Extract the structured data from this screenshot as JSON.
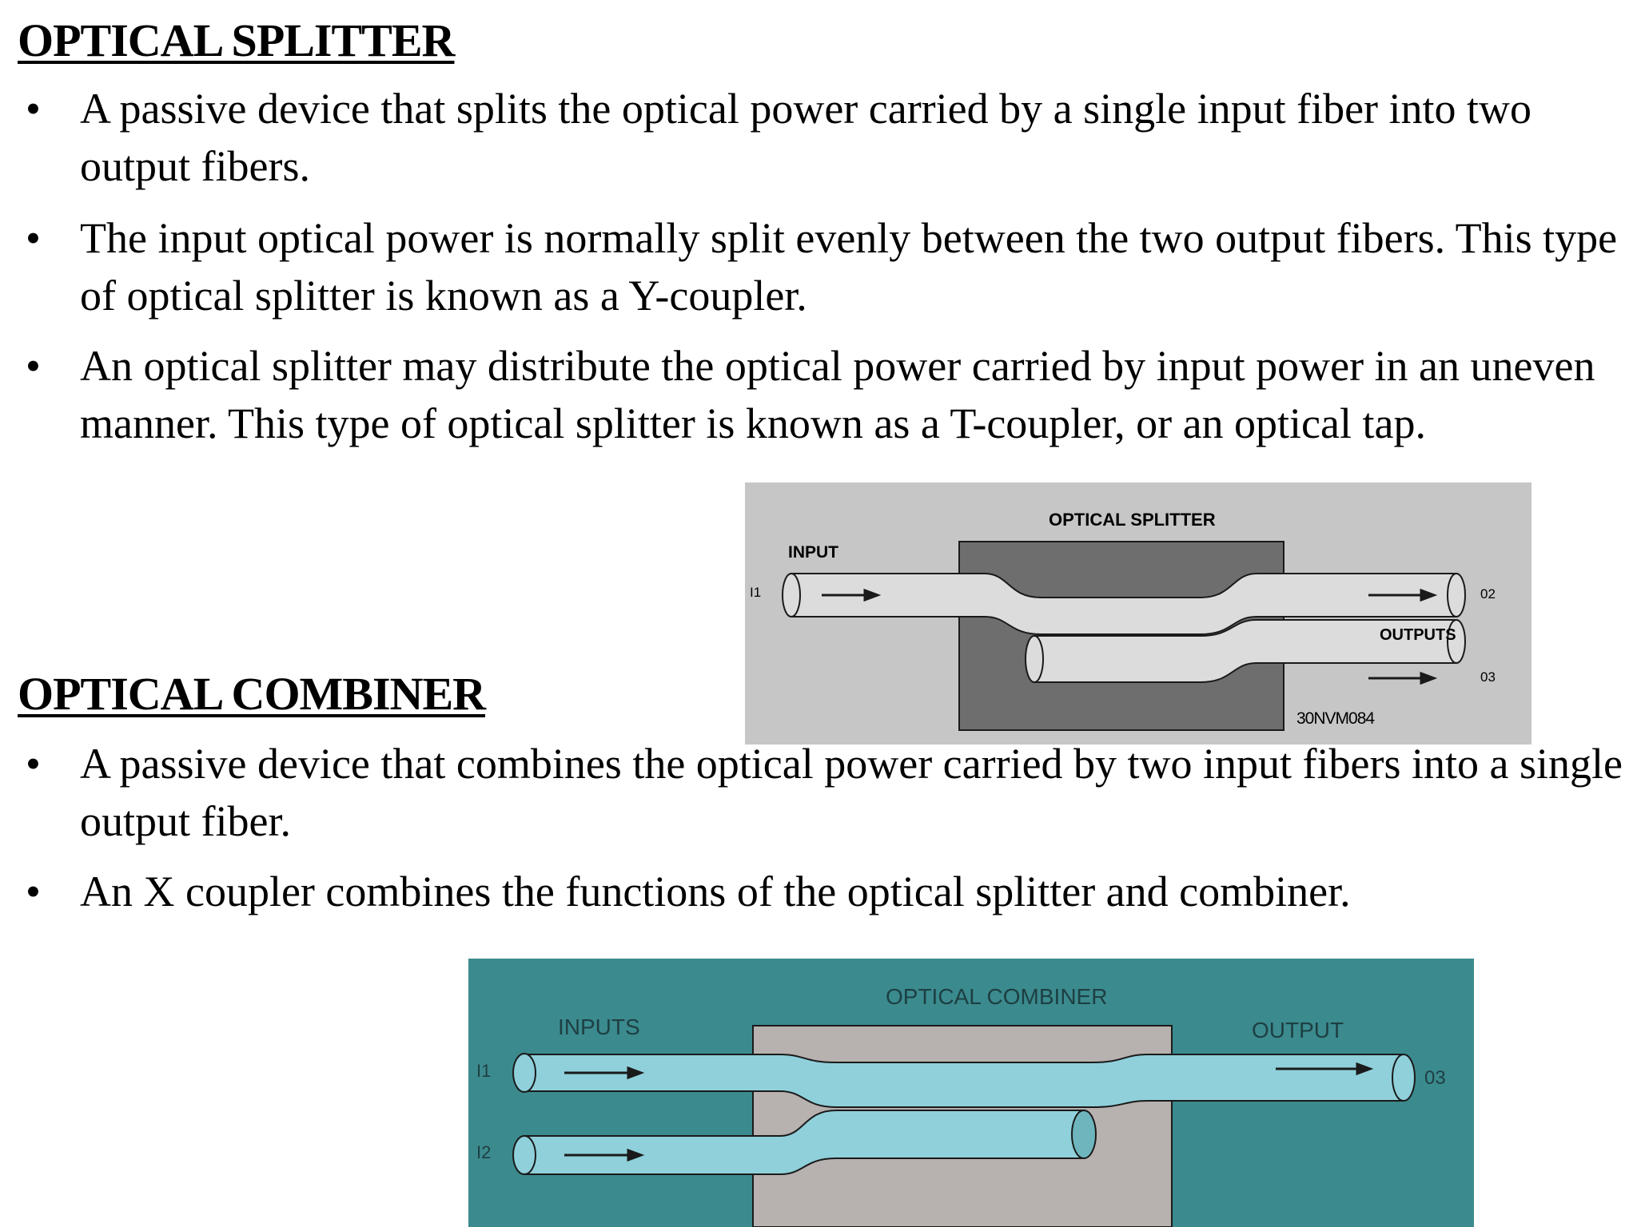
{
  "splitter": {
    "heading": "OPTICAL SPLITTER",
    "bullets": [
      "A passive device that splits the optical power carried by a single input fiber into two output fibers.",
      "The input optical power is normally split evenly between the two output fibers. This type of optical splitter is known as a Y-coupler.",
      "An optical splitter may distribute the optical power carried by input power in an uneven manner. This type of optical splitter is known as a T-coupler, or an optical tap."
    ],
    "diagram": {
      "title": "OPTICAL SPLITTER",
      "input_label": "INPUT",
      "input_port": "I1",
      "outputs_label": "OUTPUTS",
      "output_port_top": "02",
      "output_port_bottom": "03",
      "figure_code": "30NVM084",
      "colors": {
        "background": "#c6c6c6",
        "box": "#6e6e6e",
        "fiber": "#dcdcdc",
        "line": "#1a1a1a"
      }
    }
  },
  "combiner": {
    "heading": "OPTICAL COMBINER",
    "bullets": [
      "A passive device that combines the optical power carried by two input fibers into a single output fiber.",
      "An X coupler combines the functions of the optical splitter and combiner."
    ],
    "diagram": {
      "title": "OPTICAL COMBINER",
      "inputs_label": "INPUTS",
      "output_label": "OUTPUT",
      "input_port_top": "I1",
      "input_port_bottom": "I2",
      "output_port": "03",
      "colors": {
        "background": "#3b8a8e",
        "box": "#b7b1b0",
        "fiber": "#8fd0da",
        "line": "#1a1a1a"
      }
    }
  }
}
